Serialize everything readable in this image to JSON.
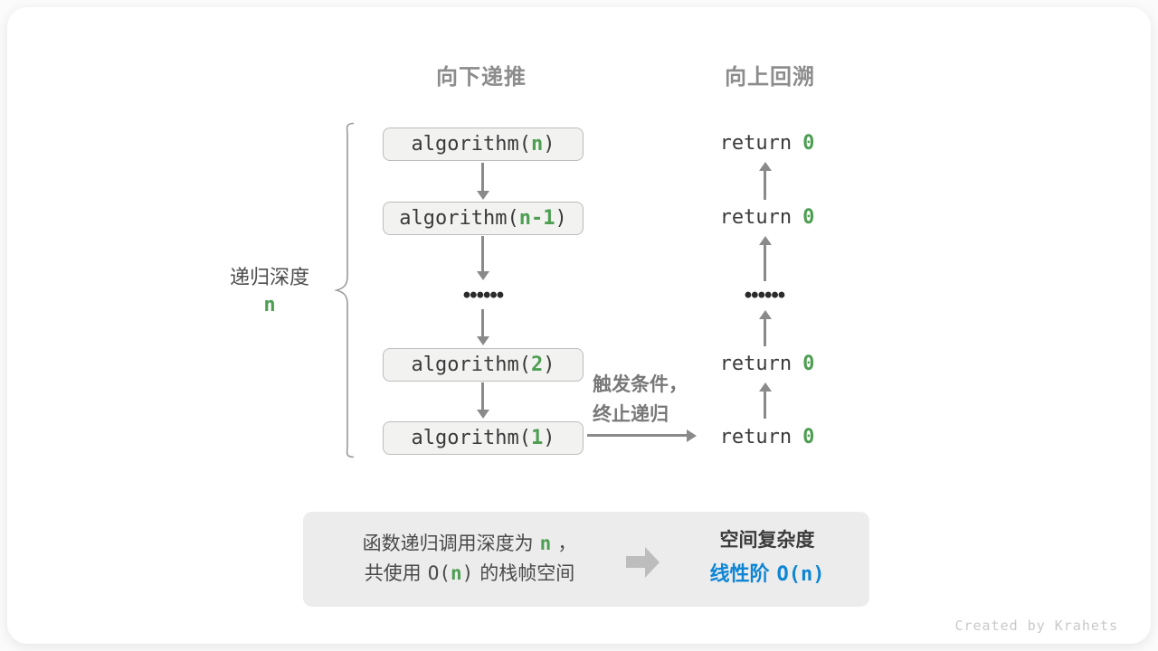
{
  "headers": {
    "downward": "向下递推",
    "upward": "向上回溯"
  },
  "depth_label": {
    "text": "递归深度",
    "value": "n"
  },
  "flow": {
    "calls": [
      {
        "prefix": "algorithm(",
        "arg": "n",
        "suffix": ")"
      },
      {
        "prefix": "algorithm(",
        "arg": "n-1",
        "suffix": ")"
      },
      {
        "prefix": "algorithm(",
        "arg": "2",
        "suffix": ")"
      },
      {
        "prefix": "algorithm(",
        "arg": "1",
        "suffix": ")"
      }
    ],
    "returns": [
      {
        "keyword": "return",
        "value": "0"
      },
      {
        "keyword": "return",
        "value": "0"
      },
      {
        "keyword": "return",
        "value": "0"
      },
      {
        "keyword": "return",
        "value": "0"
      }
    ],
    "ellipsis": "••••••"
  },
  "annotation": {
    "line1": "触发条件，",
    "line2": "终止递归"
  },
  "summary": {
    "line1": {
      "pre": "函数递归调用深度为",
      "arg": "n",
      "post": "，"
    },
    "line2": {
      "pre": "共使用",
      "code_open": "O(",
      "arg": "n",
      "code_close": ")",
      "post": "的栈帧空间"
    },
    "title": "空间复杂度",
    "result_text": "线性阶",
    "result_code": "O(n)"
  },
  "footer": "Created by Krahets",
  "colors": {
    "green": "#4d9e52",
    "blue": "#0e86d5",
    "arrow": "#8a8a8a"
  }
}
